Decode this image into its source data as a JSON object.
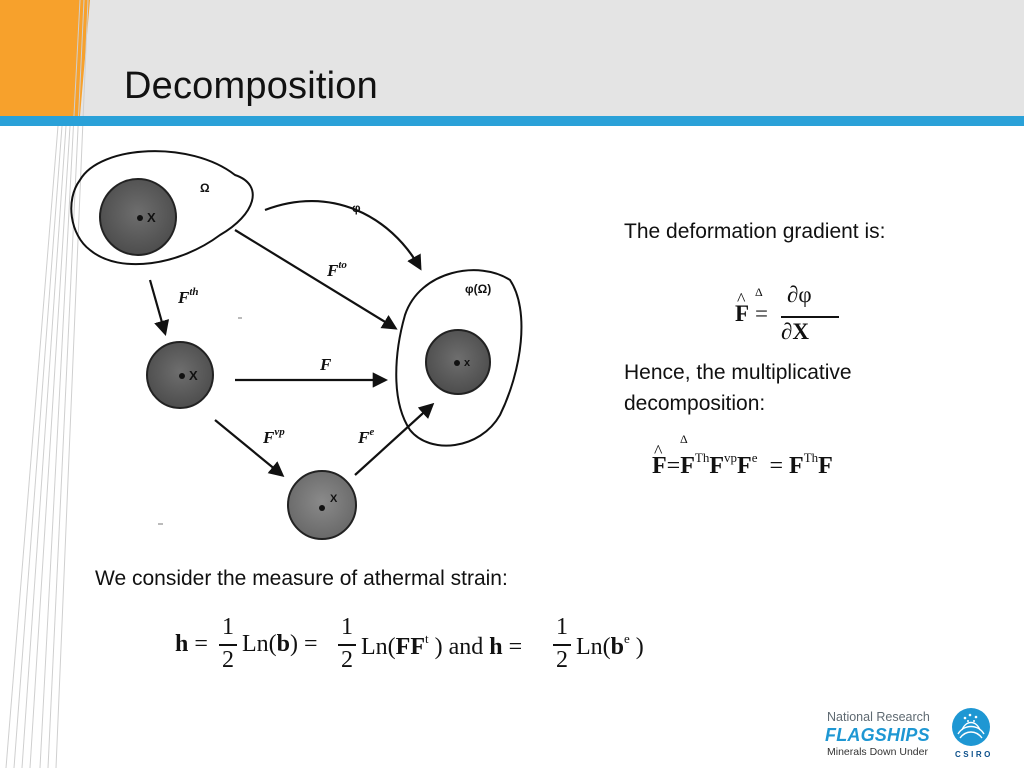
{
  "slide": {
    "title": "Decomposition",
    "colors": {
      "orange": "#f7a12c",
      "blue_rule": "#2aa1d8",
      "header_gray": "#e4e4e4"
    }
  },
  "diagram": {
    "omega_label": "Ω",
    "phi_label": "φ",
    "phi_omega_label": "φ(Ω)",
    "x_label": "X",
    "x_small_label": "x",
    "arrows": {
      "f_to": {
        "base": "F",
        "sup": "to"
      },
      "f_th": {
        "base": "F",
        "sup": "th"
      },
      "f": {
        "base": "F"
      },
      "f_vp": {
        "base": "F",
        "sup": "vp"
      },
      "f_e": {
        "base": "F",
        "sup": "e"
      }
    }
  },
  "text": {
    "deformation_gradient": "The deformation gradient is:",
    "hence": "Hence, the multiplicative decomposition:",
    "consider": "We consider the measure of athermal strain:"
  },
  "equations": {
    "eq1": {
      "hat": "^",
      "lhs": "F",
      "equals": "=",
      "delta": "Δ",
      "num": "∂φ",
      "den_partial": "∂",
      "den_bold": "X"
    },
    "eq2": {
      "hat": "^",
      "lhs": "F",
      "eq1": "=",
      "delta": "Δ",
      "f1": "F",
      "s1": "Th",
      "f2": "F",
      "s2": "vp",
      "f3": "F",
      "s3": "e",
      "eq2": "=",
      "f4": "F",
      "s4": "Th",
      "f5": "F"
    },
    "eq3": {
      "h1": "h",
      "eq_a": "=",
      "one": "1",
      "two": "2",
      "ln_b": "Ln(",
      "b1": "b",
      "close1": ")",
      "eq_b": "=",
      "ln_ff": "Ln(",
      "ff": "FF",
      "t": "t",
      "close_and": ") and",
      "h2": "h",
      "eq_c": "=",
      "ln_be": "Ln(",
      "b2": "b",
      "e": "e",
      "close3": ")"
    }
  },
  "logo": {
    "line1": "National Research",
    "line2": "FLAGSHIPS",
    "line3": "Minerals Down Under",
    "csiro": "CSIRO"
  }
}
